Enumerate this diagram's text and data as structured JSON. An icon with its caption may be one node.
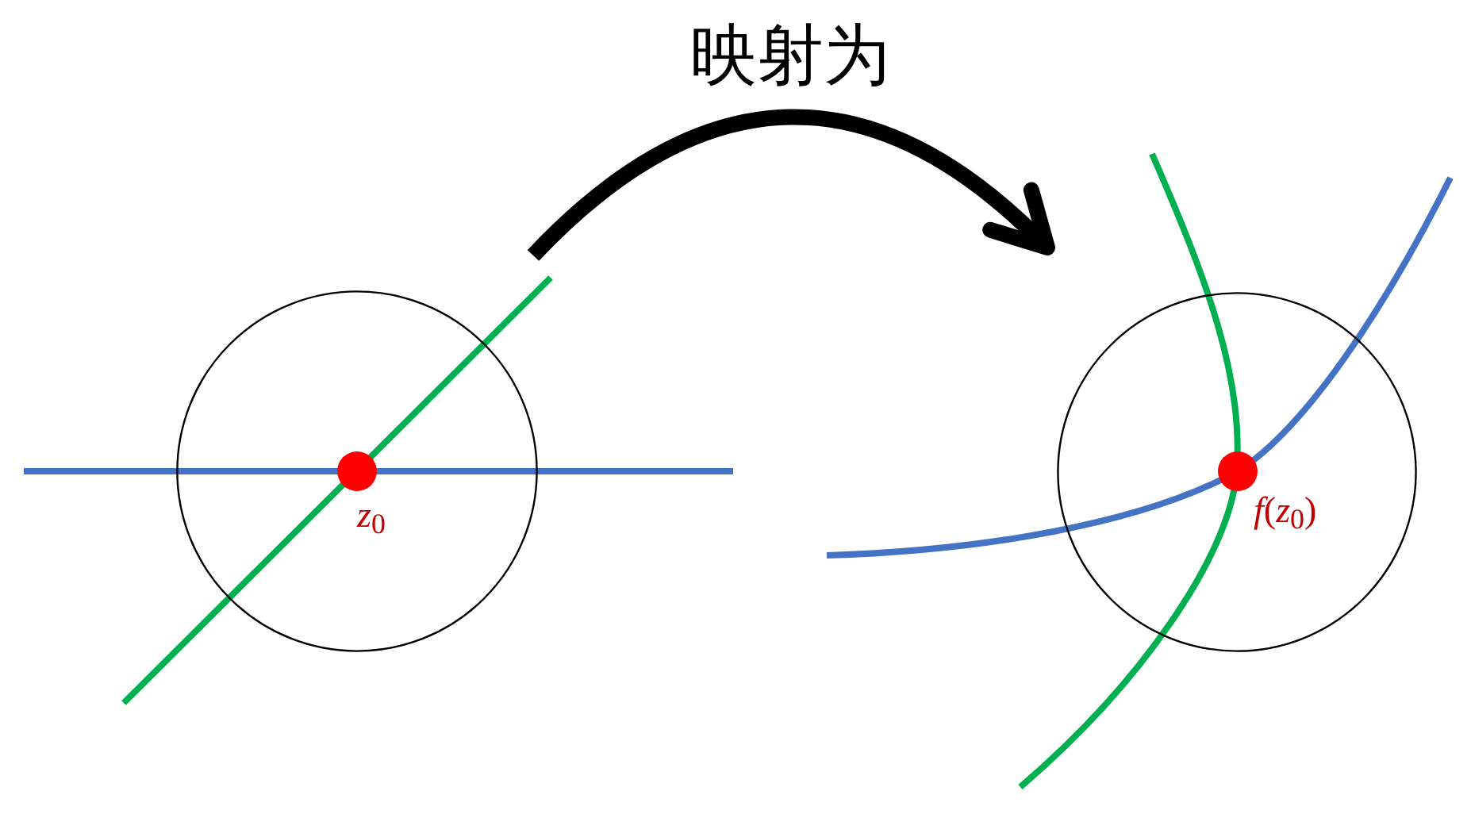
{
  "diagram": {
    "nodes": [
      {
        "text": [
          "*z*$_{0}$"
        ]
      },
      {
        "text": [
          "*f*(*z*$_{0}$)"
        ]
      }
    ],
    "edges": [
      {
        "from": 0,
        "to": 1,
        "arrow": "to",
        "label": "映射为"
      }
    ]
  }
}
